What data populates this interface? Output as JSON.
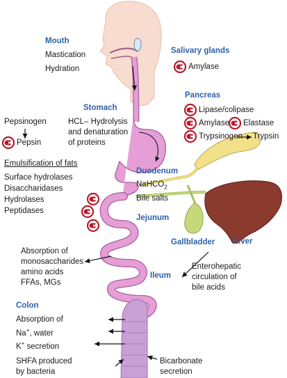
{
  "mouth": {
    "title": "Mouth",
    "items": [
      "Mastication",
      "Hydration"
    ]
  },
  "salivary": {
    "title": "Salivary glands",
    "enzyme": "Amylase"
  },
  "pancreas": {
    "title": "Pancreas",
    "enzymes": [
      "Lipase/colipase",
      "Amylase",
      "Elastase",
      "Trypsinogen",
      "Trypsin"
    ]
  },
  "pepsin": {
    "precursor": "Pepsinogen",
    "active": "Pepsin"
  },
  "stomach": {
    "title": "Stomach",
    "lines": [
      "HCL– Hydrolysis",
      "and denaturation",
      "of proteins"
    ]
  },
  "fats": {
    "title": "Emulsification of fats",
    "items": [
      "Surface hydrolases",
      "Disaccharidases",
      "Hydrolases",
      "Peptidases"
    ]
  },
  "duodenum": {
    "title": "Duodenum",
    "bicarb": "NaHCO",
    "bicarb_sub": "2",
    "bile": "Bile salts"
  },
  "jejunum": {
    "title": "Jejunum"
  },
  "gallbladder": {
    "title": "Gallbladder"
  },
  "liver": {
    "title": "Liver"
  },
  "absorption": {
    "lines": [
      "Absorption of",
      "monosaccharides",
      "amino acids",
      "FFAs, MGs"
    ]
  },
  "ileum": {
    "title": "Ileum"
  },
  "enterohepatic": {
    "lines": [
      "Enterohepatic",
      "circulation of",
      "bile acids"
    ]
  },
  "colon": {
    "title": "Colon",
    "absorb1": "Absorption of",
    "na": "Na",
    "na_sup": "+",
    "water": ", water",
    "k": "K",
    "k_sup": "+",
    "secretion": " secretion",
    "shfa1": "SHFA produced",
    "shfa2": "by bacteria",
    "bicarb1": "Bicarbonate",
    "bicarb2": "secretion"
  },
  "colors": {
    "heading": "#2f62a8",
    "gut": "#e59fd6",
    "colon": "#c9a0d6",
    "liver": "#8b3a2e",
    "pancreas": "#f2e08a",
    "gallbladder": "#c6d97a",
    "enzyme_icon": "#b71c2c",
    "skin": "#f7dccf"
  }
}
